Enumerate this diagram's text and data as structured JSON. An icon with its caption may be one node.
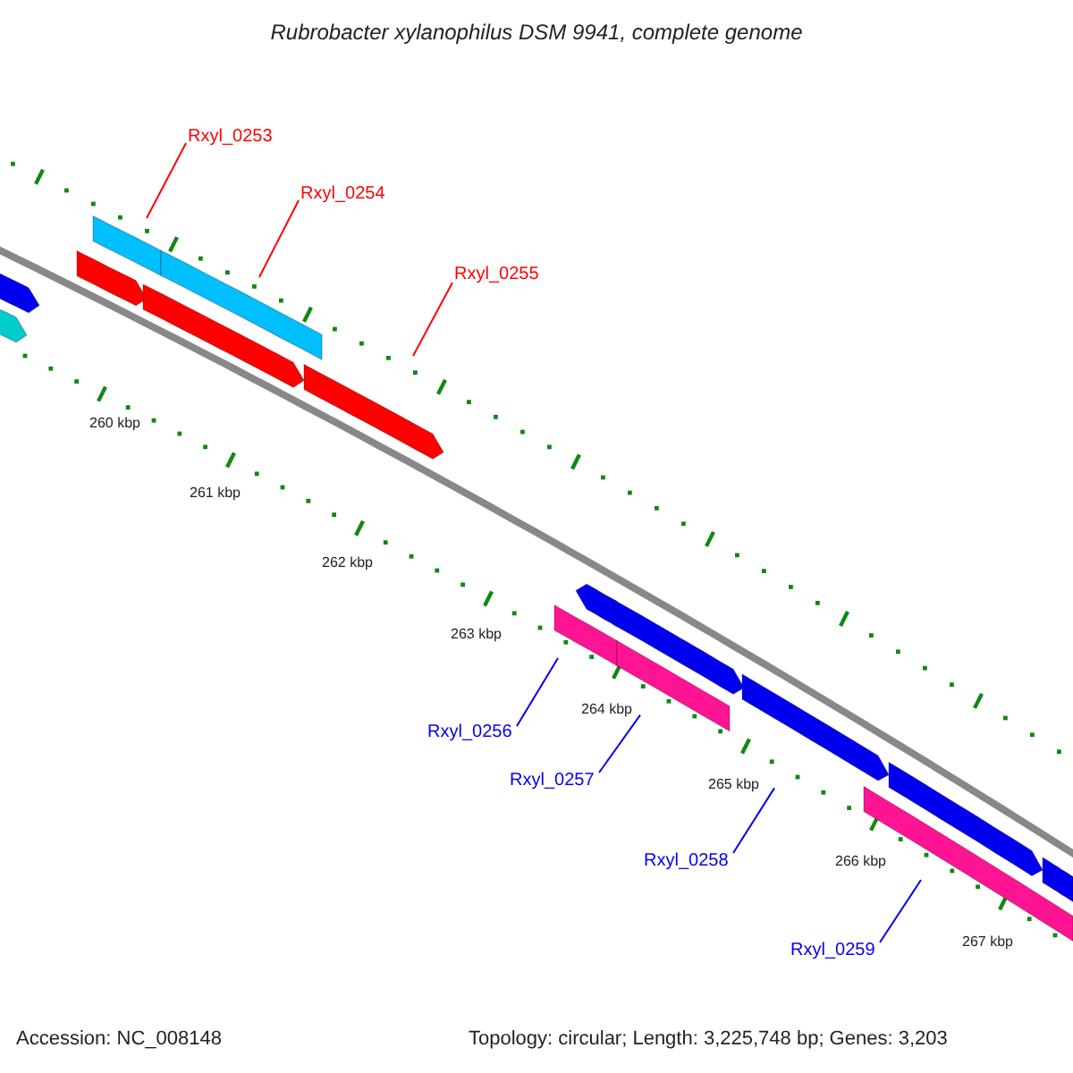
{
  "diagram": {
    "title": "Rubrobacter xylanophilus DSM 9941, complete genome",
    "nodes": [
      {
        "text": [
          "Rxyl_0253"
        ]
      },
      {
        "text": [
          "Rxyl_0254"
        ]
      },
      {
        "text": [
          "Rxyl_0255"
        ]
      },
      {
        "text": [
          "Rxyl_0256"
        ]
      },
      {
        "text": [
          "Rxyl_0257"
        ]
      },
      {
        "text": [
          "Rxyl_0258"
        ]
      },
      {
        "text": [
          "Rxyl_0259"
        ]
      },
      {
        "text": [],
        "shape": "bar"
      },
      {
        "text": [],
        "shape": "bar"
      },
      {
        "text": [],
        "shape": "bar"
      },
      {
        "text": [],
        "shape": "bar"
      },
      {
        "text": [],
        "shape": "bar"
      },
      {
        "text": [],
        "shape": "bar"
      },
      {
        "text": [],
        "shape": "bar"
      },
      {
        "text": [],
        "shape": "bar"
      },
      {
        "text": [],
        "shape": "bar"
      },
      {
        "text": [],
        "shape": "bar"
      },
      {
        "text": [],
        "shape": "bar"
      },
      {
        "text": [],
        "shape": "bar"
      },
      {
        "text": [],
        "shape": "bar"
      },
      {
        "text": [],
        "shape": "bar"
      },
      {
        "text": [],
        "shape": "bar"
      }
    ],
    "edges": [
      {
        "from": 0,
        "to": 9,
        "arrow": "none",
        "color": "#ff0000"
      },
      {
        "from": 1,
        "to": 10,
        "arrow": "none",
        "color": "#ff0000"
      },
      {
        "from": 2,
        "to": 13,
        "arrow": "none",
        "color": "#ff0000"
      },
      {
        "from": 3,
        "to": 19,
        "arrow": "none"
      },
      {
        "from": 4,
        "to": 20,
        "arrow": "none"
      },
      {
        "from": 5,
        "to": 16,
        "arrow": "none"
      },
      {
        "from": 6,
        "to": 21,
        "arrow": "none"
      }
    ],
    "labels": [
      "260 kbp",
      "261 kbp",
      "262 kbp",
      "263 kbp",
      "264 kbp",
      "265 kbp",
      "266 kbp",
      "267 kbp",
      "Accession: NC_008148",
      "Topology: circular; Length: 3,225,748 bp; Genes: 3,203"
    ]
  }
}
